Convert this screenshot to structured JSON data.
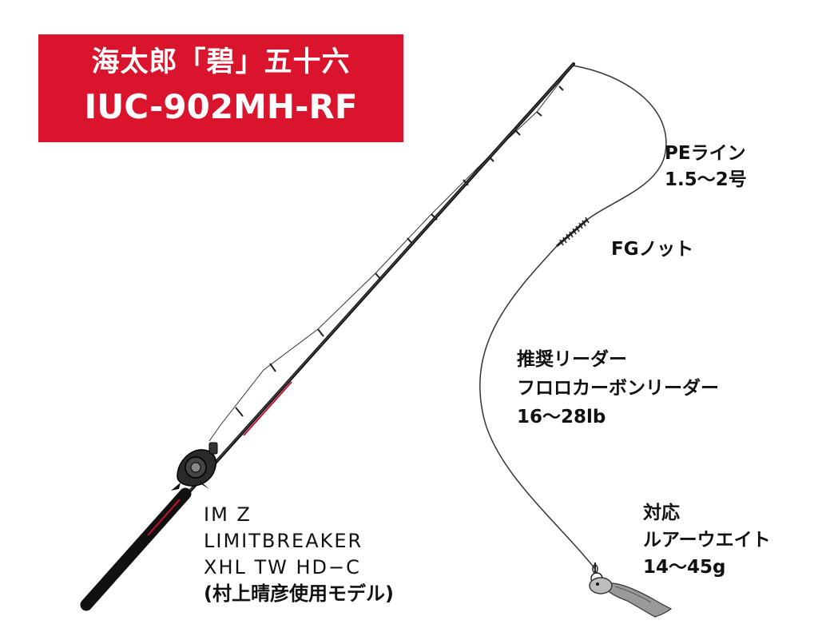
{
  "title": {
    "line1": "海太郎「碧」五十六",
    "line2": "IUC-902MH-RF"
  },
  "labels": {
    "pe_line": {
      "line1": "PEライン",
      "line2": "1.5～2号"
    },
    "knot": "FGノット",
    "leader": {
      "line1": "推奨リーダー",
      "line2": "フロロカーボンリーダー",
      "line3": "16～28lb"
    },
    "lure_weight": {
      "line1": "対応",
      "line2": "ルアーウエイト",
      "line3": "14～45g"
    },
    "reel": {
      "line1": "IM Z",
      "line2": "LIMITBREAKER",
      "line3": "XHL TW HD−C",
      "line4": "(村上晴彦使用モデル)"
    }
  },
  "colors": {
    "title_background": "#d9142c",
    "title_text": "#ffffff",
    "rod_body": "#111111",
    "rod_accent": "#c8102e",
    "line": "#333333"
  }
}
